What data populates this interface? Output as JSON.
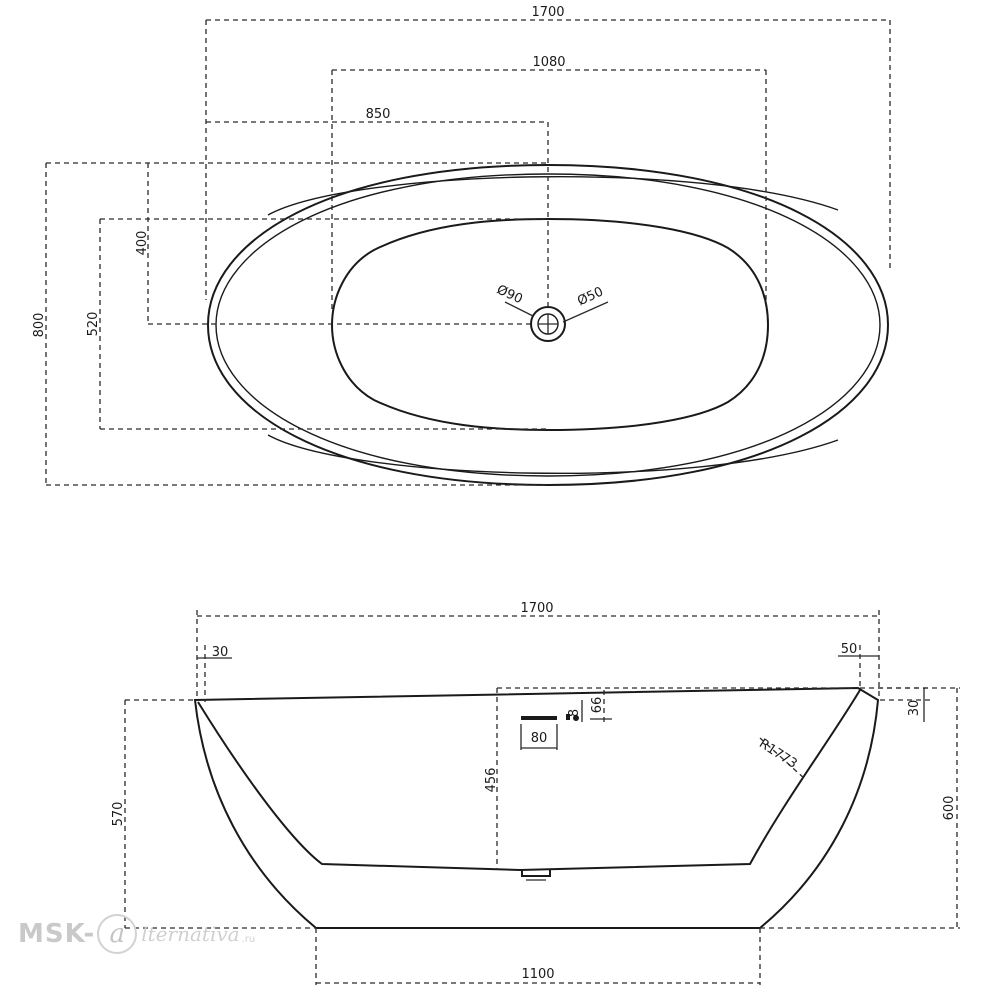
{
  "top_view": {
    "overall_length": "1700",
    "inner_length": "1080",
    "drain_offset_x": "850",
    "drain_offset_y": "400",
    "inner_width": "520",
    "overall_width": "800",
    "drain_outer_diameter": "Ø90",
    "drain_inner_diameter": "Ø50"
  },
  "side_view": {
    "overall_length": "1700",
    "left_rim": "30",
    "right_rim": "50",
    "right_rim_height": "30",
    "left_height": "570",
    "right_height": "600",
    "water_depth": "456",
    "overflow_width": "80",
    "overflow_gap": "8",
    "overflow_offset": "66",
    "curve_radius": "R1773",
    "base_length": "1100"
  },
  "watermark": {
    "left": "MSK-",
    "logo": "a",
    "right": "lternativa",
    "suffix": ".ru"
  }
}
